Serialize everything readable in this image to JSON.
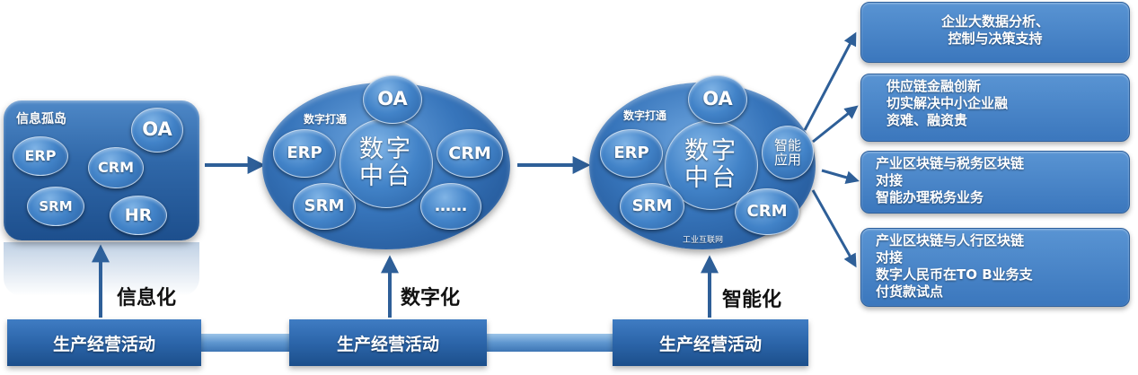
{
  "stage1": {
    "title": "信息孤岛",
    "bubbles": [
      "OA",
      "ERP",
      "CRM",
      "SRM",
      "HR"
    ]
  },
  "stage2": {
    "label": "数字打通",
    "core": [
      "数字",
      "中台"
    ],
    "bubbles": [
      "OA",
      "ERP",
      "CRM",
      "SRM",
      "……"
    ]
  },
  "stage3": {
    "label": "数字打通",
    "core": [
      "数字",
      "中台"
    ],
    "bubbles": [
      "OA",
      "ERP",
      "CRM",
      "SRM"
    ],
    "smart_app": [
      "智能",
      "应用"
    ],
    "footer": "工业互联网"
  },
  "processes": [
    "信息化",
    "数字化",
    "智能化"
  ],
  "base_activity": [
    "生产经营活动",
    "生产经营活动",
    "生产经营活动"
  ],
  "outcomes": [
    {
      "lines": [
        "企业大数据分析、",
        "控制与决策支持"
      ]
    },
    {
      "lines": [
        "供应链金融创新",
        "切实解决中小企业融",
        "资难、融资贵"
      ]
    },
    {
      "lines": [
        "产业区块链与税务区块链",
        "对接",
        "智能办理税务业务"
      ]
    },
    {
      "lines": [
        "产业区块链与人行区块链",
        "对接",
        "数字人民币在TO B业务支",
        "付货款试点"
      ]
    }
  ],
  "colors": {
    "primary": "#2f67a8",
    "arrow": "#2e5f98",
    "accent_light": "#6ba3dd"
  }
}
